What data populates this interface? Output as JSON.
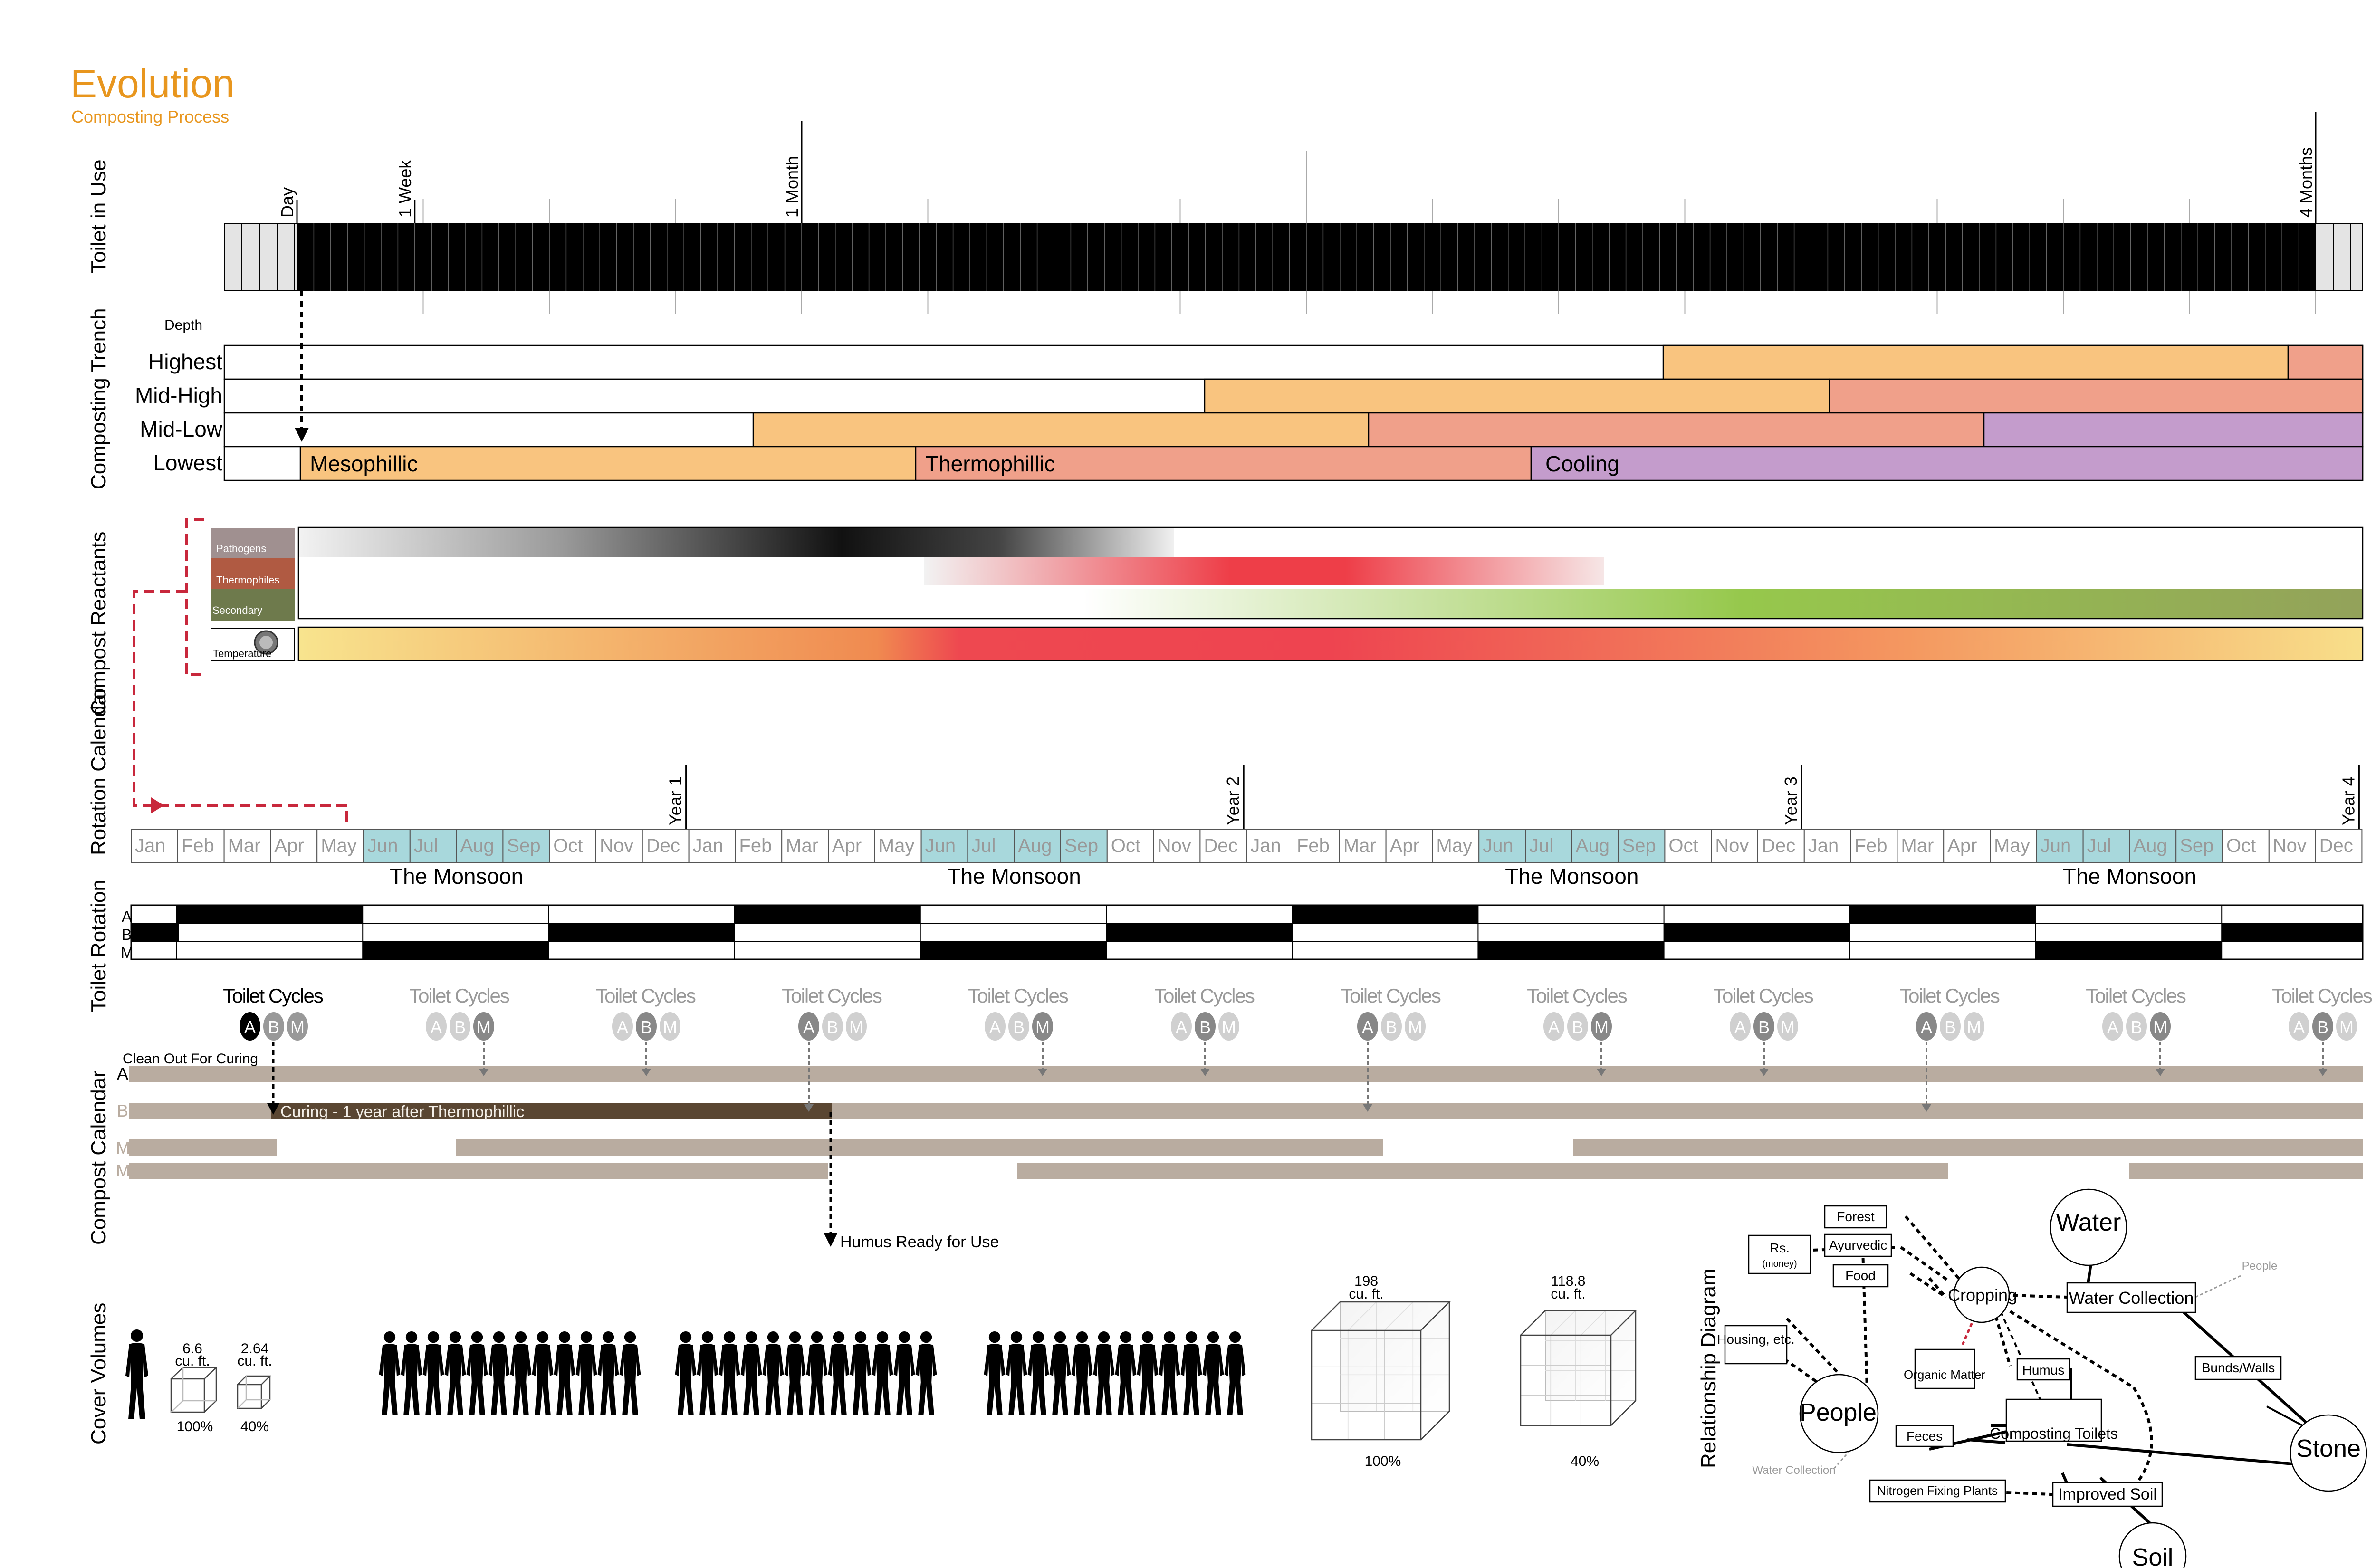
{
  "header": {
    "title": "Evolution",
    "subtitle": "Composting Process"
  },
  "colors": {
    "accent": "#e8961e",
    "meso": "#f9c47f",
    "thermo": "#f0a08a",
    "cooling": "#c49ccc",
    "monsoon": "#a8d8dc",
    "curing": "#5a4632",
    "taupe": "#b9aca0",
    "dash_red": "#c8283c"
  },
  "section_labels": {
    "toilet_in_use": "Toilet in Use",
    "composting_trench": "Composting Trench",
    "compost_reactants": "Compost Reactants",
    "rotation_calendar": "Rotation Calendar",
    "toilet_rotation": "Toilet Rotation",
    "compost_calendar": "Compost Calendar",
    "cover_volumes": "Cover Volumes",
    "relationship_diagram": "Relationship Diagram"
  },
  "toilet_in_use": {
    "markers": [
      {
        "label": "Day",
        "day": 0
      },
      {
        "label": "1 Week",
        "day": 7
      },
      {
        "label": "1 Month",
        "day": 30
      },
      {
        "label": "4 Months",
        "day": 120
      }
    ]
  },
  "trench": {
    "depth_label": "Depth",
    "rows": [
      "Highest",
      "Mid-High",
      "Mid-Low",
      "Lowest"
    ],
    "phases": [
      "Mesophillic",
      "Thermophillic",
      "Cooling"
    ]
  },
  "reactants": {
    "pathogens": "Pathogens",
    "thermophiles": "Thermophiles",
    "secondary": "Secondary",
    "temperature": "Temperature"
  },
  "calendar": {
    "months": [
      "Jan",
      "Feb",
      "Mar",
      "Apr",
      "May",
      "Jun",
      "Jul",
      "Aug",
      "Sep",
      "Oct",
      "Nov",
      "Dec"
    ],
    "years": [
      "Year 1",
      "Year 2",
      "Year 3",
      "Year 4"
    ],
    "monsoon_label": "The Monsoon"
  },
  "rotation": {
    "rows": [
      "A",
      "B",
      "M"
    ]
  },
  "cycles": {
    "label": "Toilet Cycles",
    "letters": [
      "A",
      "B",
      "M"
    ],
    "clean_out": "Clean Out For Curing",
    "curing": "Curing - 1 year after Thermophillic",
    "humus": "Humus Ready for Use",
    "rows": [
      "A",
      "B",
      "M1",
      "M2"
    ]
  },
  "volumes": {
    "small": [
      {
        "value": "6.6",
        "unit": "cu. ft.",
        "percent": "100%"
      },
      {
        "value": "2.64",
        "unit": "cu. ft.",
        "percent": "40%"
      }
    ],
    "large": [
      {
        "value": "198",
        "unit": "cu. ft.",
        "percent": "100%"
      },
      {
        "value": "118.8",
        "unit": "cu. ft.",
        "percent": "40%"
      }
    ]
  },
  "relationship": {
    "nodes": {
      "water": "Water",
      "stone": "Stone",
      "soil": "Soil",
      "people": "People",
      "cropping": "Cropping",
      "water_collection": "Water Collection",
      "bunds": "Bunds/Walls",
      "composting_toilets": "Composting Toilets",
      "improved_soil": "Improved Soil",
      "nitrogen": "Nitrogen Fixing Plants",
      "feces": "Feces",
      "humus": "Humus",
      "organic": "Organic Matter",
      "forest": "Forest",
      "ayurvedic": "Ayurvedic",
      "food": "Food",
      "rs": "Rs.",
      "money": "(money)",
      "housing": "Housing, etc.",
      "people_small": "People",
      "water_collection_small": "Water Collection"
    }
  }
}
